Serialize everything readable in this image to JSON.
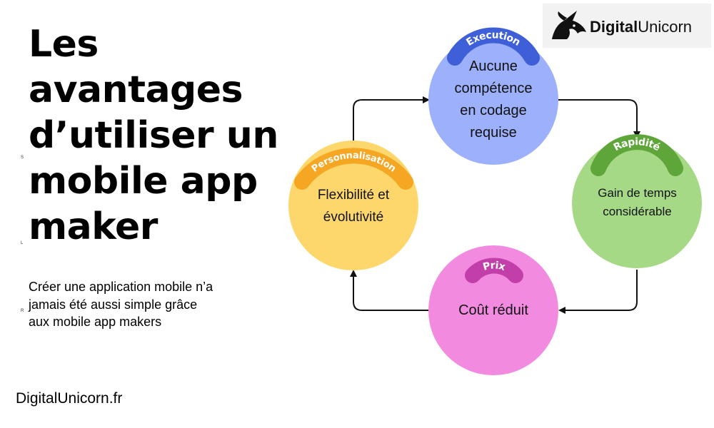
{
  "title_lines": [
    "Les",
    "avantages",
    "d’utiliser un",
    "mobile app",
    "maker"
  ],
  "subtitle_lines": [
    "Créer une application mobile n’a",
    "jamais été aussi simple grâce",
    "aux mobile app makers"
  ],
  "footer_link": "DigitalUnicorn.fr",
  "side_letters": [
    "S",
    "L",
    "R"
  ],
  "logo": {
    "bold": "Digital",
    "thin": "Unicorn",
    "icon": "unicorn-head-icon"
  },
  "colors": {
    "execution_circle": "#9db0fb",
    "execution_badge": "#3f5fd9",
    "rapidite_circle": "#a6d985",
    "rapidite_badge": "#5ea63a",
    "prix_circle": "#f28be0",
    "prix_badge": "#c23ea9",
    "personnalisation_circle": "#fdd76c",
    "personnalisation_badge": "#f5a623"
  },
  "diagram": {
    "execution": {
      "badge": "Execution",
      "lines": [
        "Aucune",
        "compétence",
        "en codage",
        "requise"
      ]
    },
    "rapidite": {
      "badge": "Rapidité",
      "lines": [
        "Gain de temps",
        "considérable"
      ]
    },
    "prix": {
      "badge": "Prix",
      "lines": [
        "Coût réduit"
      ]
    },
    "personnalisation": {
      "badge": "Personnalisation",
      "lines": [
        "Flexibilité et",
        "évolutivité"
      ]
    }
  }
}
